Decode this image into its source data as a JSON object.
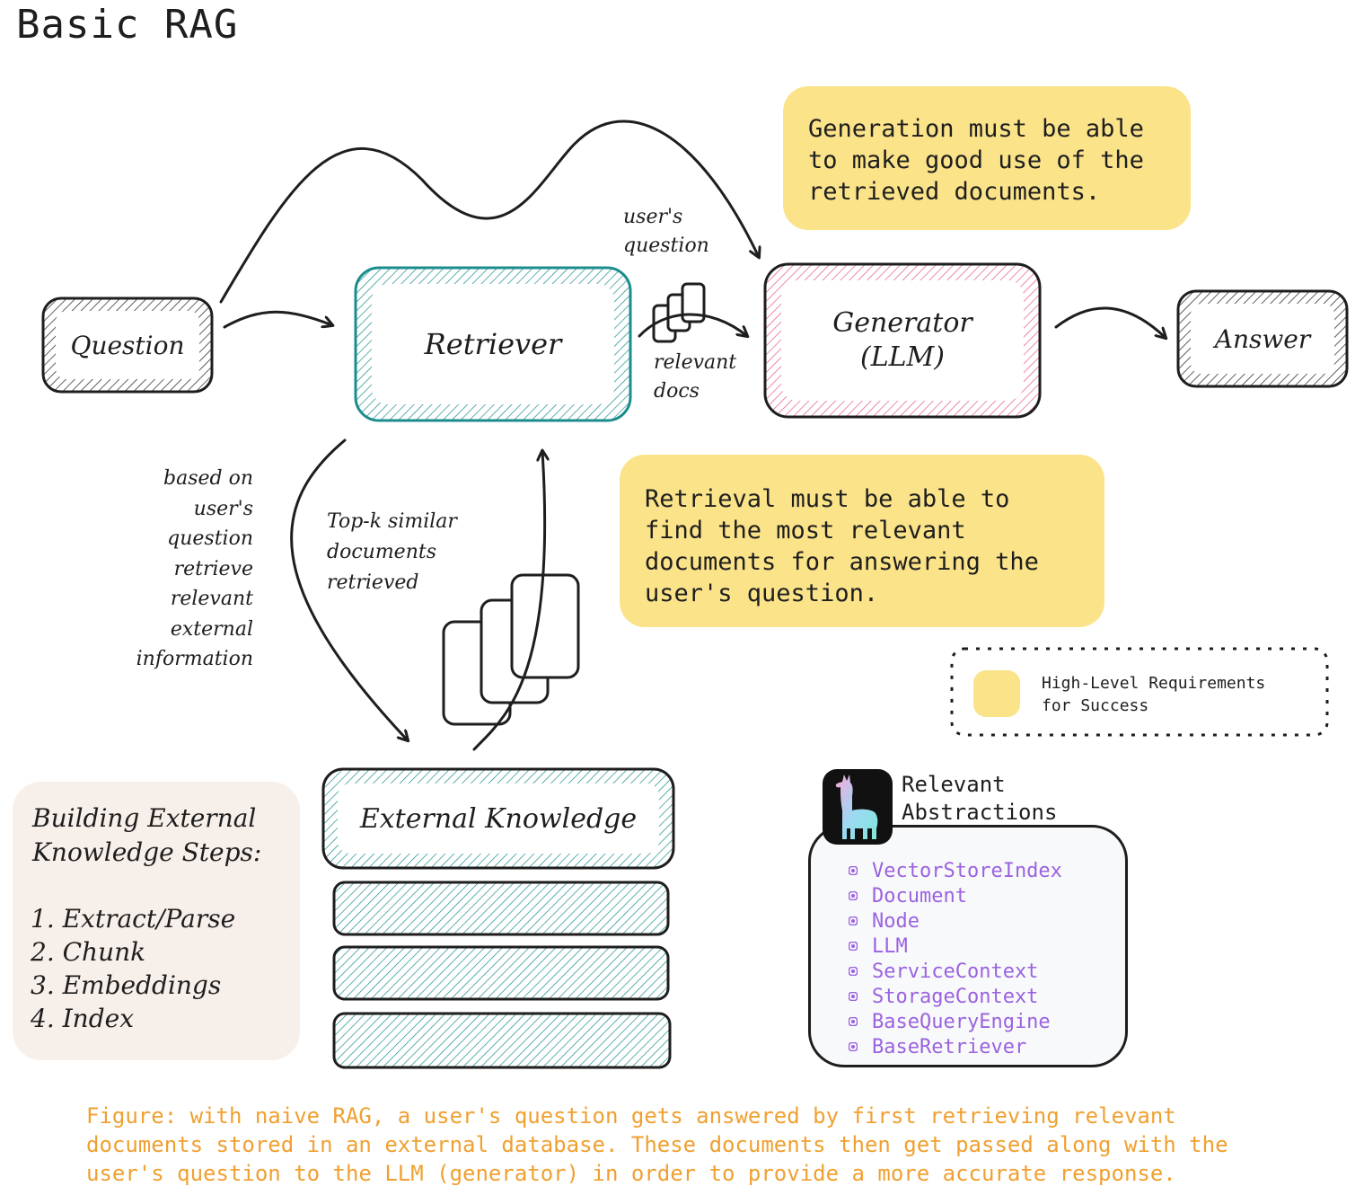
{
  "title": "Basic RAG",
  "nodes": {
    "question": "Question",
    "retriever": "Retriever",
    "generator_line1": "Generator",
    "generator_line2": "(LLM)",
    "answer": "Answer",
    "external_knowledge": "External Knowledge"
  },
  "edge_labels": {
    "users_question": [
      "user's",
      "question"
    ],
    "relevant_docs": [
      "relevant",
      "docs"
    ],
    "topk": [
      "Top-k similar",
      "documents",
      "retrieved"
    ],
    "based_on": [
      "based on",
      "user's",
      "question",
      "retrieve",
      "relevant",
      "external",
      "information"
    ]
  },
  "notes": {
    "generation": [
      "Generation must be able",
      "to make good use of the",
      "retrieved documents."
    ],
    "retrieval": [
      "Retrieval must be able to",
      "find the most relevant",
      "documents for answering the",
      "user's question."
    ]
  },
  "legend": {
    "text": [
      "High-Level Requirements",
      "for Success"
    ],
    "swatch_color": "#fbe38a"
  },
  "steps": {
    "heading": [
      "Building External",
      "Knowledge Steps:"
    ],
    "items": [
      "1. Extract/Parse",
      "2. Chunk",
      "3. Embeddings",
      "4. Index"
    ]
  },
  "abstractions": {
    "title": [
      "Relevant",
      "Abstractions"
    ],
    "items": [
      "VectorStoreIndex",
      "Document",
      "Node",
      "LLM",
      "ServiceContext",
      "StorageContext",
      "BaseQueryEngine",
      "BaseRetriever"
    ],
    "item_color": "#9a62e0",
    "logo_icon": "llama-icon"
  },
  "caption": [
    "Figure: with naive RAG, a user's question gets answered by first retrieving relevant",
    "documents stored in an external database. These documents then get passed along with the",
    "user's question to the LLM (generator) in order to provide a more accurate response."
  ],
  "colors": {
    "retriever": "#1c8c8c",
    "generator": "#e05a7e",
    "note": "#fbe38a",
    "caption": "#f0a030",
    "ink": "#1e1e1e"
  }
}
